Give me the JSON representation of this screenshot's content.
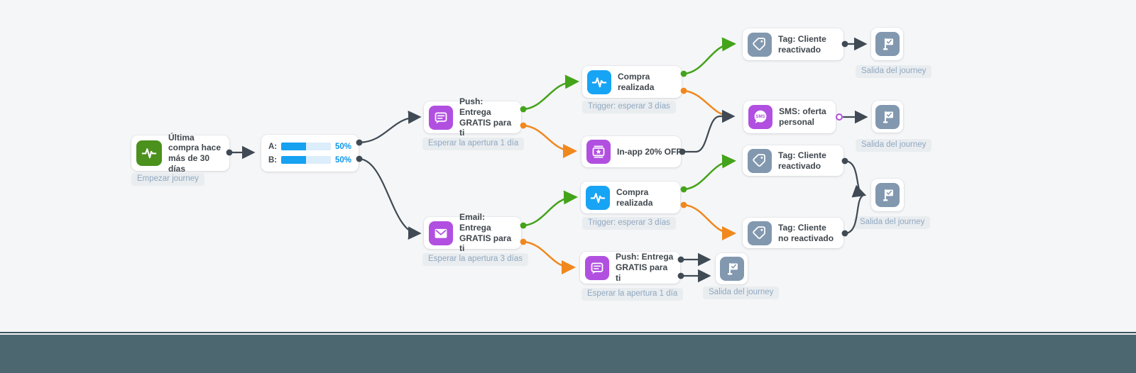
{
  "colors": {
    "background": "#f5f6f7",
    "footer_bar": "#4d6771",
    "footer_line": "#3a535c",
    "edge_dark": "#3f4a54",
    "edge_green": "#43a31a",
    "edge_orange": "#f0881d",
    "icon_green": "#4b911d",
    "icon_blue": "#18a4f4",
    "icon_purple": "#b150e0",
    "icon_slate": "#8298af",
    "badge_bg": "#e9edf0",
    "badge_text": "#90a7bf",
    "title_text": "#3f464c",
    "split_fill": "#16a1f1",
    "split_track": "#dcedfb",
    "split_pct": "#0e96e8",
    "card_bg": "#ffffff"
  },
  "nodes": {
    "start": {
      "title": "Última compra hace más de 30 días",
      "badge": "Empezar journey"
    },
    "split": {
      "label_a": "A:",
      "value_a": 50,
      "pct_a": "50%",
      "label_b": "B:",
      "value_b": 50,
      "pct_b": "50%"
    },
    "push_a": {
      "title": "Push: Entrega GRATIS para ti",
      "badge": "Esperar la apertura 1 día"
    },
    "purchase_a": {
      "title": "Compra realizada",
      "badge": "Trigger: esperar 3 días"
    },
    "inapp": {
      "title": "In-app 20% OFF"
    },
    "sms": {
      "title": "SMS: oferta personal",
      "icon_text": "SMS"
    },
    "tag_reactivated_a": {
      "title": "Tag: Cliente reactivado"
    },
    "email": {
      "title": "Email: Entrega GRATIS para ti",
      "badge": "Esperar la apertura 3 días"
    },
    "purchase_b": {
      "title": "Compra realizada",
      "badge": "Trigger: esperar 3 días"
    },
    "push_b": {
      "title": "Push: Entrega GRATIS para ti",
      "badge": "Esperar la apertura 1 día"
    },
    "tag_reactivated_b": {
      "title": "Tag: Cliente reactivado"
    },
    "tag_not_reactivated": {
      "title": "Tag: Cliente no reactivado"
    },
    "exit_a": {
      "label": "Salida del journey"
    },
    "exit_b": {
      "label": "Salida del journey"
    },
    "exit_c": {
      "label": "Salida del journey"
    },
    "exit_d": {
      "label": "Salida del journey"
    }
  }
}
